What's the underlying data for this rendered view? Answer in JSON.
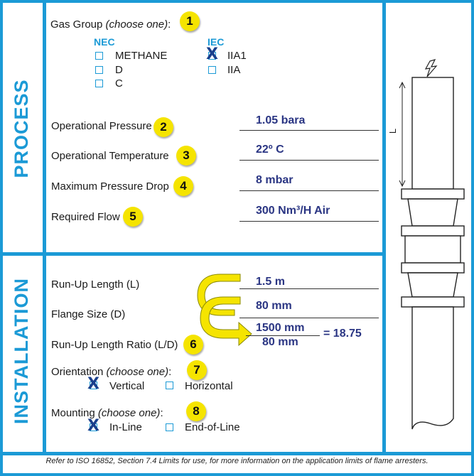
{
  "sections": {
    "process_label": "PROCESS",
    "installation_label": "INSTALLATION"
  },
  "gas_group": {
    "label_main": "Gas Group ",
    "label_choose": "(choose one)",
    "label_colon": ":",
    "badge": "1",
    "nec_header": "NEC",
    "iec_header": "IEC",
    "nec_options": [
      {
        "label": "METHANE",
        "checked": false
      },
      {
        "label": "D",
        "checked": false
      },
      {
        "label": "C",
        "checked": false
      }
    ],
    "iec_options": [
      {
        "label": "IIA1",
        "checked": true
      },
      {
        "label": "IIA",
        "checked": false
      }
    ],
    "check_mark": "X"
  },
  "process_rows": [
    {
      "label": "Operational Pressure",
      "badge": "2",
      "value": "1.05 bara"
    },
    {
      "label": "Operational Temperature",
      "badge": "3",
      "value": "22º C"
    },
    {
      "label": "Maximum Pressure Drop",
      "badge": "4",
      "value": "8 mbar"
    },
    {
      "label": "Required Flow",
      "badge": "5",
      "value": "300 Nm³/H Air"
    }
  ],
  "installation": {
    "run_up_length_label": "Run-Up Length (L)",
    "run_up_length_value": "1.5 m",
    "flange_size_label": "Flange Size (D)",
    "flange_size_value": "80 mm",
    "ratio_label": "Run-Up Length Ratio (L/D)",
    "ratio_badge": "6",
    "ratio_numerator": "1500 mm",
    "ratio_denominator": "80 mm",
    "ratio_result": "= 18.75",
    "orientation_main": "Orientation ",
    "orientation_choose": "(choose one)",
    "orientation_colon": ":",
    "orientation_badge": "7",
    "orientation_options": [
      {
        "label": "Vertical",
        "checked": true
      },
      {
        "label": "Horizontal",
        "checked": false
      }
    ],
    "mounting_main": "Mounting ",
    "mounting_choose": "(choose one)",
    "mounting_colon": ":",
    "mounting_badge": "8",
    "mounting_options": [
      {
        "label": "In-Line",
        "checked": true
      },
      {
        "label": "End-of-Line",
        "checked": false
      }
    ]
  },
  "diagram": {
    "length_label": "L"
  },
  "footer": "Refer to ISO 16852, Section 7.4  Limits for use, for more information on the application limits of flame arresters.",
  "colors": {
    "accent_blue": "#1b9ad6",
    "value_navy": "#2a3583",
    "badge_yellow": "#f5e400"
  }
}
